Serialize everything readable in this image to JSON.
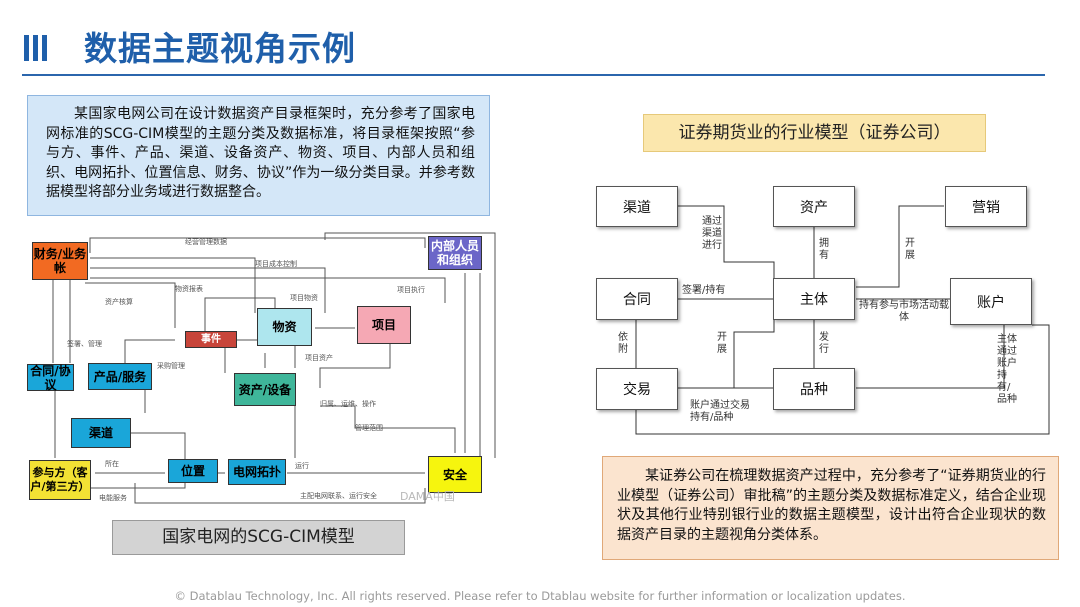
{
  "header": {
    "title": "数据主题视角示例"
  },
  "left": {
    "description": "某国家电网公司在设计数据资产目录框架时，充分参考了国家电网标准的SCG-CIM模型的主题分类及数据标准，将目录框架按照“参与方、事件、产品、渠道、设备资产、物资、项目、内部人员和组织、电网拓扑、位置信息、财务、协议”作为一级分类目录。并参考数据模型将部分业务域进行数据整合。",
    "caption": "国家电网的SCG-CIM模型",
    "watermark": "DAMA中国",
    "nodes": {
      "finance": "财务/业务帐",
      "internal": "内部人员和组织",
      "event": "事件",
      "material": "物资",
      "project": "项目",
      "contract": "合同/协议",
      "product": "产品/服务",
      "asset": "资产/设备",
      "channel": "渠道",
      "party": "参与方（客户/第三方）",
      "location": "位置",
      "topology": "电网拓扑",
      "safety": "安全"
    }
  },
  "right": {
    "caption": "证券期货业的行业模型（证券公司）",
    "boxes": {
      "channel": "渠道",
      "asset": "资产",
      "marketing": "营销",
      "contract": "合同",
      "subject": "主体",
      "account": "账户",
      "trade": "交易",
      "variety": "品种"
    },
    "labels": {
      "via_channel": "通过渠道进行",
      "own": "拥有",
      "develop_top": "开展",
      "sign_hold": "签署/持有",
      "hold_participate": "持有参与市场活动载体",
      "depend": "依附",
      "develop_mid": "开展",
      "issue": "发行",
      "subject_via_account": "主体通过账户持有/品种",
      "account_trade": "账户通过交易持有/品种"
    },
    "description": "某证券公司在梳理数据资产过程中，充分参考了“证券期货业的行业模型（证券公司）审批稿”的主题分类及数据标准定义，结合企业现状及其他行业特别银行业的数据主题模型，设计出符合企业现状的数据资产目录的主题视角分类体系。"
  },
  "footer": "© Datablau Technology, Inc. All rights reserved.  Please refer to Dtablau website for further information or localization updates.",
  "colors": {
    "title": "#1f5faa",
    "callout_blue": "#d4e7f8",
    "callout_orange": "#fbe4cf"
  }
}
